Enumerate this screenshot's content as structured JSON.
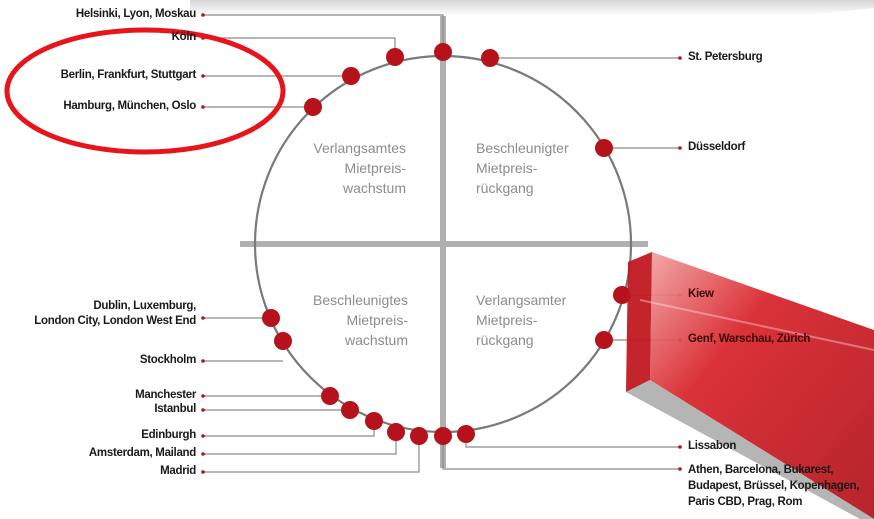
{
  "quadrants": {
    "top_left": [
      "Verlangsamtes",
      "Mietpreis-",
      "wachstum"
    ],
    "top_right": [
      "Beschleunigter",
      "Mietpreis-",
      "rückgang"
    ],
    "bottom_left": [
      "Beschleunigtes",
      "Mietpreis-",
      "wachstum"
    ],
    "bottom_right": [
      "Verlangsamter",
      "Mietpreis-",
      "rückgang"
    ]
  },
  "cities": {
    "helsinki": "Helsinki, Lyon, Moskau",
    "koeln": "Köln",
    "berlin": "Berlin, Frankfurt, Stuttgart",
    "hamburg": "Hamburg, München, Oslo",
    "st_petersburg": "St. Petersburg",
    "duesseldorf": "Düsseldorf",
    "dublin_1": "Dublin, Luxemburg,",
    "dublin_2": "London City, London West End",
    "stockholm": "Stockholm",
    "manchester": "Manchester",
    "istanbul": "Istanbul",
    "edinburgh": "Edinburgh",
    "amsterdam": "Amsterdam, Mailand",
    "madrid": "Madrid",
    "kiew": "Kiew",
    "genf": "Genf, Warschau, Zürich",
    "lissabon": "Lissabon",
    "athen_1": "Athen, Barcelona, Bukarest,",
    "athen_2": "Budapest, Brüssel, Kopenhagen,",
    "athen_3": "Paris CBD, Prag, Rom"
  },
  "colors": {
    "dot": "#b5121b",
    "highlight_ellipse": "#e8141c",
    "axis": "#b0b0b0",
    "circle": "#7a7a7a",
    "leader": "#8a8a8a"
  }
}
